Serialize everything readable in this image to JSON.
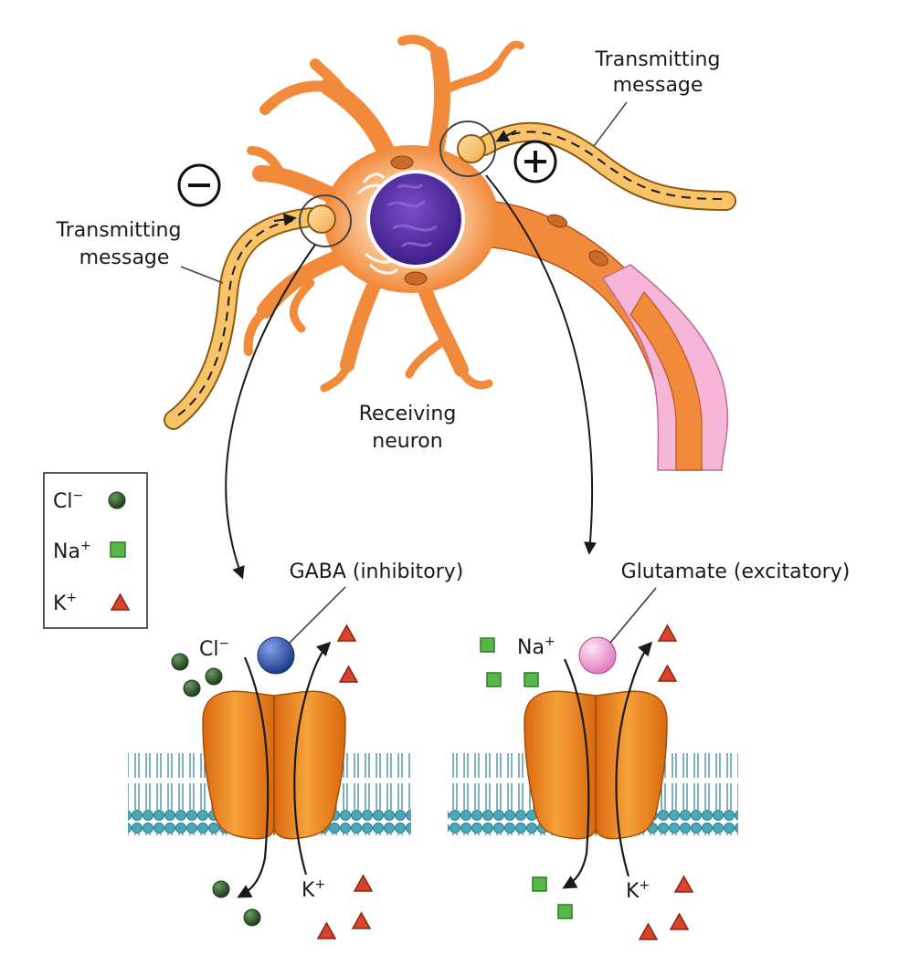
{
  "labels": {
    "transmitting_left_line1": "Transmitting",
    "transmitting_left_line2": "message",
    "transmitting_right_line1": "Transmitting",
    "transmitting_right_line2": "message",
    "receiving_line1": "Receiving",
    "receiving_line2": "neuron",
    "gaba": "GABA (inhibitory)",
    "glutamate": "Glutamate (excitatory)",
    "minus_sign": "−",
    "plus_sign": "+"
  },
  "legend": {
    "items": [
      {
        "ion": "Cl",
        "charge": "−",
        "shape": "circle",
        "color": "#2f5a2c"
      },
      {
        "ion": "Na",
        "charge": "+",
        "shape": "square",
        "color": "#57b848"
      },
      {
        "ion": "K",
        "charge": "+",
        "shape": "triangle",
        "color": "#d8432a"
      }
    ]
  },
  "ion_labels": {
    "gaba_top_ion": "Cl",
    "gaba_top_charge": "−",
    "gaba_bottom_ion": "K",
    "gaba_bottom_charge": "+",
    "glu_top_ion": "Na",
    "glu_top_charge": "+",
    "glu_bottom_ion": "K",
    "glu_bottom_charge": "+"
  },
  "colors": {
    "neuron": "#f28a3c",
    "neuron_outline": "#b7561a",
    "nucleus": "#5a2fa6",
    "axon": "#f9c36a",
    "myelin": "#f6b6d8",
    "channel": "#f2901e",
    "membrane": "#4ba8b8",
    "gaba_molecule": "#2f56b0",
    "glutamate_molecule": "#f4a6d6"
  }
}
